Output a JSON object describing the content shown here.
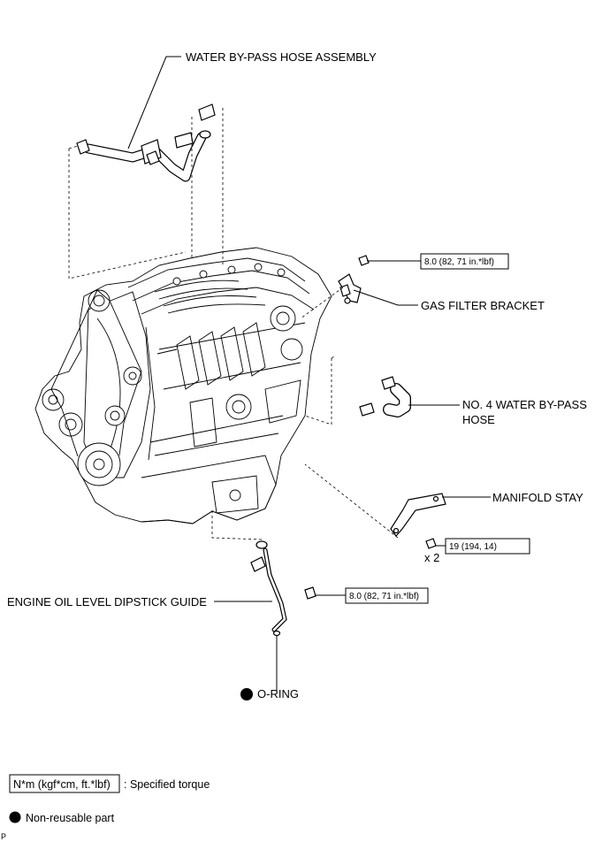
{
  "labels": {
    "water_bypass_hose_assembly": "WATER BY-PASS HOSE ASSEMBLY",
    "gas_filter_bracket": "GAS FILTER BRACKET",
    "no4_water_bypass_hose_line1": "NO. 4 WATER BY-PASS",
    "no4_water_bypass_hose_line2": "HOSE",
    "manifold_stay": "MANIFOLD STAY",
    "engine_oil_level_dipstick_guide": "ENGINE OIL LEVEL DIPSTICK GUIDE",
    "o_ring": "O-RING"
  },
  "torques": {
    "gas_filter_bracket_bolt": "8.0 (82, 71 in.*lbf)",
    "manifold_stay_bolt": "19 (194, 14)",
    "dipstick_guide_bolt": "8.0 (82, 71 in.*lbf)"
  },
  "quantities": {
    "manifold_stay_bolt_qty": "x 2"
  },
  "legend": {
    "torque_unit_box": "N*m (kgf*cm, ft.*lbf)",
    "torque_unit_desc": ": Specified torque",
    "non_reusable_desc": "Non-reusable part"
  },
  "corner_mark": "P"
}
